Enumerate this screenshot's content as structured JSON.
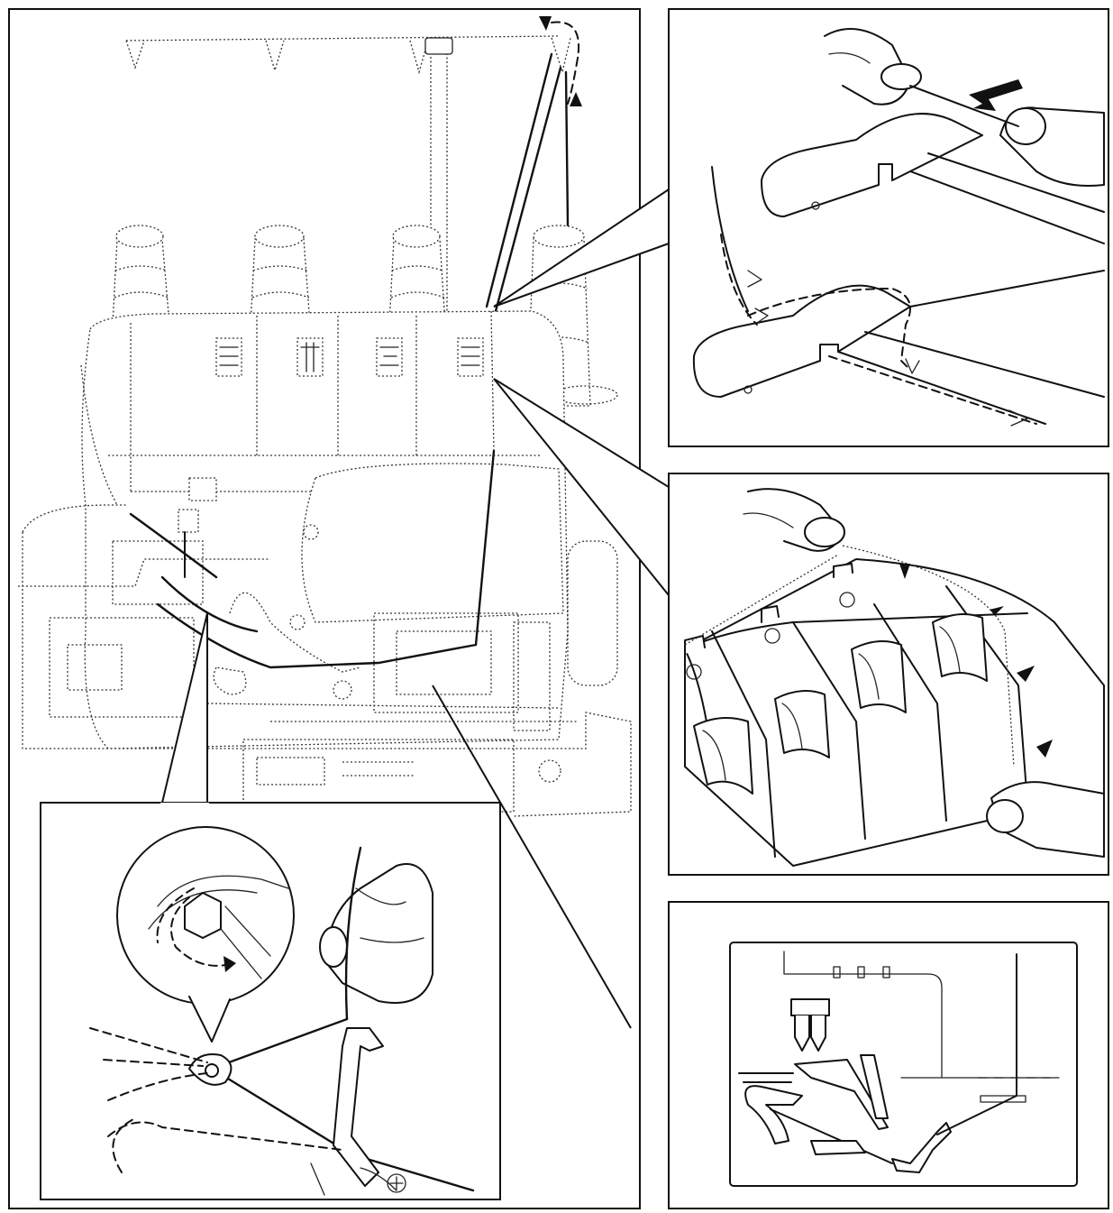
{
  "colors": {
    "line": "#111111",
    "background": "#ffffff"
  },
  "icons": [
    "arrow-icon",
    "spool-icon",
    "hand-icon",
    "needle-icon",
    "looper-icon",
    "dial-icon"
  ],
  "panels": [
    "overlock-machine-front-view",
    "thread-guide-detail",
    "tension-dials-detail",
    "looper-threading-detail",
    "threading-chart-detail"
  ]
}
